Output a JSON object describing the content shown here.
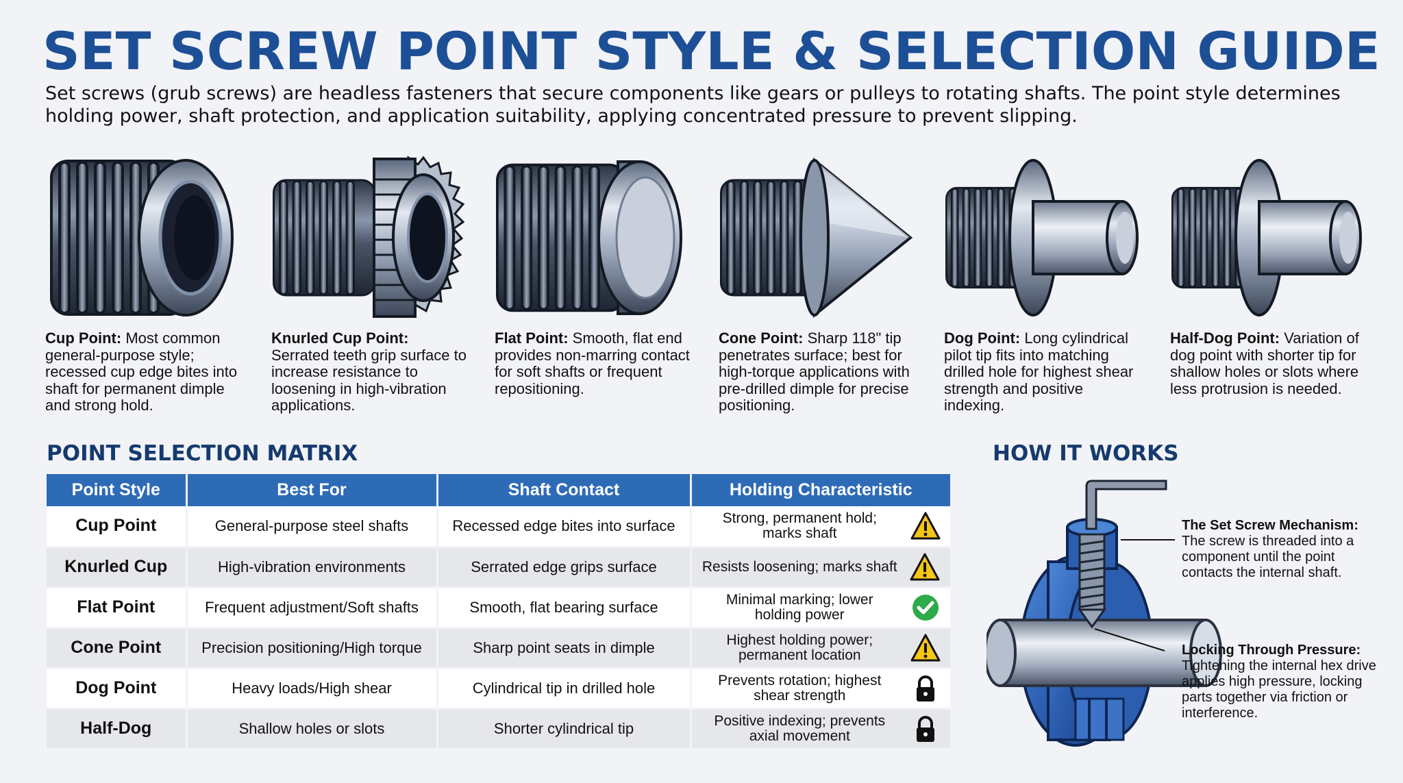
{
  "title": "SET SCREW POINT STYLE & SELECTION GUIDE",
  "intro": "Set screws (grub screws) are headless fasteners that secure components like gears or pulleys to rotating shafts. The point style determines holding power, shaft protection, and application suitability, applying concentrated pressure to prevent slipping.",
  "point_types": [
    {
      "name": "Cup Point:",
      "desc": "Most common general-purpose style; recessed cup edge bites into shaft for permanent dimple and strong hold."
    },
    {
      "name": "Knurled Cup Point:",
      "desc": "Serrated teeth grip surface to increase resistance to loosening in high-vibration applications."
    },
    {
      "name": "Flat Point:",
      "desc": "Smooth, flat end provides non-marring contact for soft shafts or frequent repositioning."
    },
    {
      "name": "Cone Point:",
      "desc": "Sharp 118\" tip penetrates surface; best for high-torque applications with pre-drilled dimple for precise positioning."
    },
    {
      "name": "Dog Point:",
      "desc": "Long cylindrical pilot tip fits into matching drilled hole for highest shear strength and positive indexing."
    },
    {
      "name": "Half-Dog Point:",
      "desc": "Variation of dog point with shorter tip for shallow holes or slots where less protrusion is needed."
    }
  ],
  "matrix": {
    "heading": "POINT SELECTION MATRIX",
    "headers": [
      "Point Style",
      "Best For",
      "Shaft Contact",
      "Holding Characteristic"
    ],
    "rows": [
      {
        "style": "Cup Point",
        "best": "General-purpose steel shafts",
        "contact": "Recessed edge bites into surface",
        "hold": "Strong, permanent hold; marks shaft",
        "icon": "warning-icon"
      },
      {
        "style": "Knurled Cup",
        "best": "High-vibration environments",
        "contact": "Serrated edge grips surface",
        "hold": "Resists loosening; marks shaft",
        "icon": "warning-icon"
      },
      {
        "style": "Flat Point",
        "best": "Frequent adjustment/Soft shafts",
        "contact": "Smooth, flat bearing surface",
        "hold": "Minimal marking; lower holding power",
        "icon": "check-icon"
      },
      {
        "style": "Cone Point",
        "best": "Precision positioning/High torque",
        "contact": "Sharp point seats in dimple",
        "hold": "Highest holding power; permanent location",
        "icon": "warning-icon"
      },
      {
        "style": "Dog Point",
        "best": "Heavy loads/High shear",
        "contact": "Cylindrical tip in drilled hole",
        "hold": "Prevents rotation; highest shear strength",
        "icon": "lock-icon"
      },
      {
        "style": "Half-Dog",
        "best": "Shallow holes or slots",
        "contact": "Shorter cylindrical tip",
        "hold": "Positive indexing; prevents axial movement",
        "icon": "lock-icon"
      }
    ]
  },
  "how": {
    "heading": "HOW IT WORKS",
    "callouts": [
      {
        "title": "The Set Screw Mechanism:",
        "text": "The screw is threaded into a component until the point contacts the internal shaft."
      },
      {
        "title": "Locking Through Pressure:",
        "text": "Tightening the internal hex drive applies high pressure, locking parts together via friction or interference."
      }
    ]
  },
  "colors": {
    "title": "#1d4f96",
    "header": "#2e6bb7",
    "warning": "#f5c518",
    "check": "#2eaa4a",
    "lock": "#111111",
    "component": "#2f5fb0"
  }
}
